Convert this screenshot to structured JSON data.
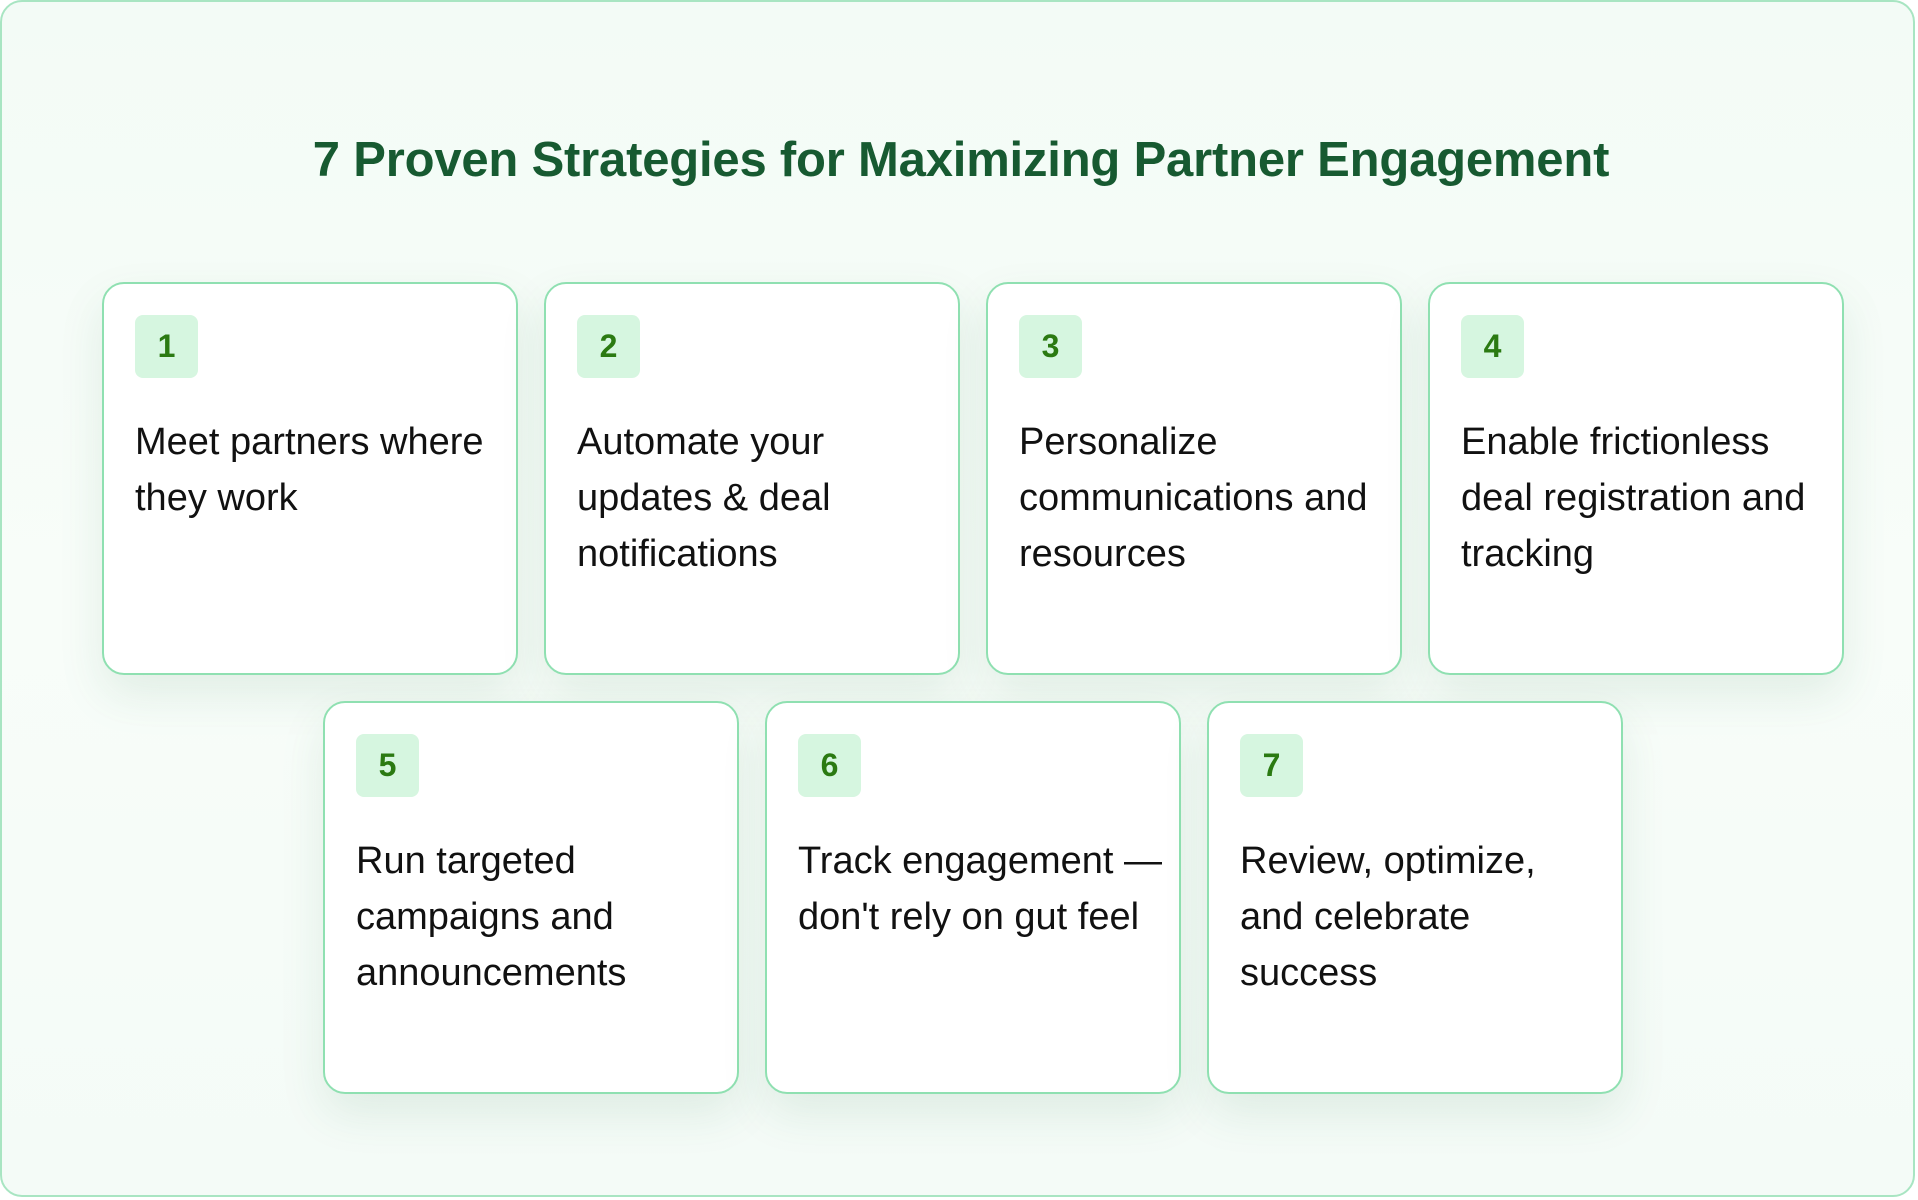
{
  "title": "7 Proven Strategies for Maximizing Partner Engagement",
  "colors": {
    "title": "#175a31",
    "card_border": "#8fe0b1",
    "badge_background": "#d6f6e0",
    "badge_text": "#2b7a12",
    "frame_border": "#a8e5c2"
  },
  "strategies": [
    {
      "number": "1",
      "text": "Meet partners where they work"
    },
    {
      "number": "2",
      "text": "Automate your updates & deal notifications"
    },
    {
      "number": "3",
      "text": "Personalize communications and resources"
    },
    {
      "number": "4",
      "text": "Enable frictionless deal registration and tracking"
    },
    {
      "number": "5",
      "text": "Run targeted campaigns and announcements"
    },
    {
      "number": "6",
      "text": "Track engagement — don't rely on gut feel"
    },
    {
      "number": "7",
      "text": "Review, optimize, and celebrate success"
    }
  ]
}
